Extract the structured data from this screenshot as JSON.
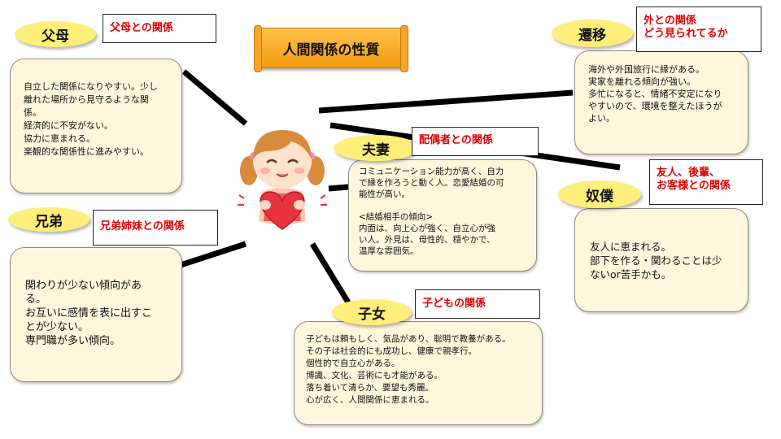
{
  "title": "人間関係の性質",
  "character_icon": "girl-holding-heart-icon",
  "colors": {
    "pill": "#ffef7a",
    "card": "#fff7dc",
    "label_text": "#e00000",
    "title_bg": "#f7a21b"
  },
  "nodes": {
    "parents": {
      "name": "父母",
      "label": "父母との関係",
      "text": "自立した関係になりやすい。少し\n離れた場所から見守るような関\n係。\n経済的に不安がない。\n協力に恵まれる。\n楽観的な関係性に進みやすい。"
    },
    "siblings": {
      "name": "兄弟",
      "label": "兄弟姉妹との関係",
      "text": "関わりが少ない傾向があ\nる。\nお互いに感情を表に出すこ\nとが少ない。\n専門職が多い傾向。"
    },
    "spouse": {
      "name": "夫妻",
      "label": "配偶者との関係",
      "text": "コミュニケーション能力が高く、自力\nで縁を作ろうと動く人。恋愛結婚の可\n能性が高い。\n\n<結婚相手の傾向>\n内面は、向上心が強く、自立心が強\nい人。外見は、母性的、穏やかで、\n温厚な雰囲気。"
    },
    "children": {
      "name": "子女",
      "label": "子どもの関係",
      "text": "子どもは頼もしく、気品があり、聡明で教養がある。\nその子は社会的にも成功し、健康で親孝行。\n個性的で自立心がある。\n博識、文化、芸術にも才能がある。\n落ち着いて清らか、要望も秀麗。\n心が広く、人間関係に恵まれる。"
    },
    "migration": {
      "name": "遷移",
      "label": "外との関係\nどう見られてるか",
      "text": "海外や外国旅行に縁がある。\n実家を離れる傾向が強い。\n多忙になると、情緒不安定になり\nやすいので、環境を整えたほうが\nよい。"
    },
    "friends": {
      "name": "奴僕",
      "label": "友人、後輩、\nお客様との関係",
      "text": "友人に恵まれる。\n部下を作る・関わることは少\nないor苦手かも。"
    }
  }
}
